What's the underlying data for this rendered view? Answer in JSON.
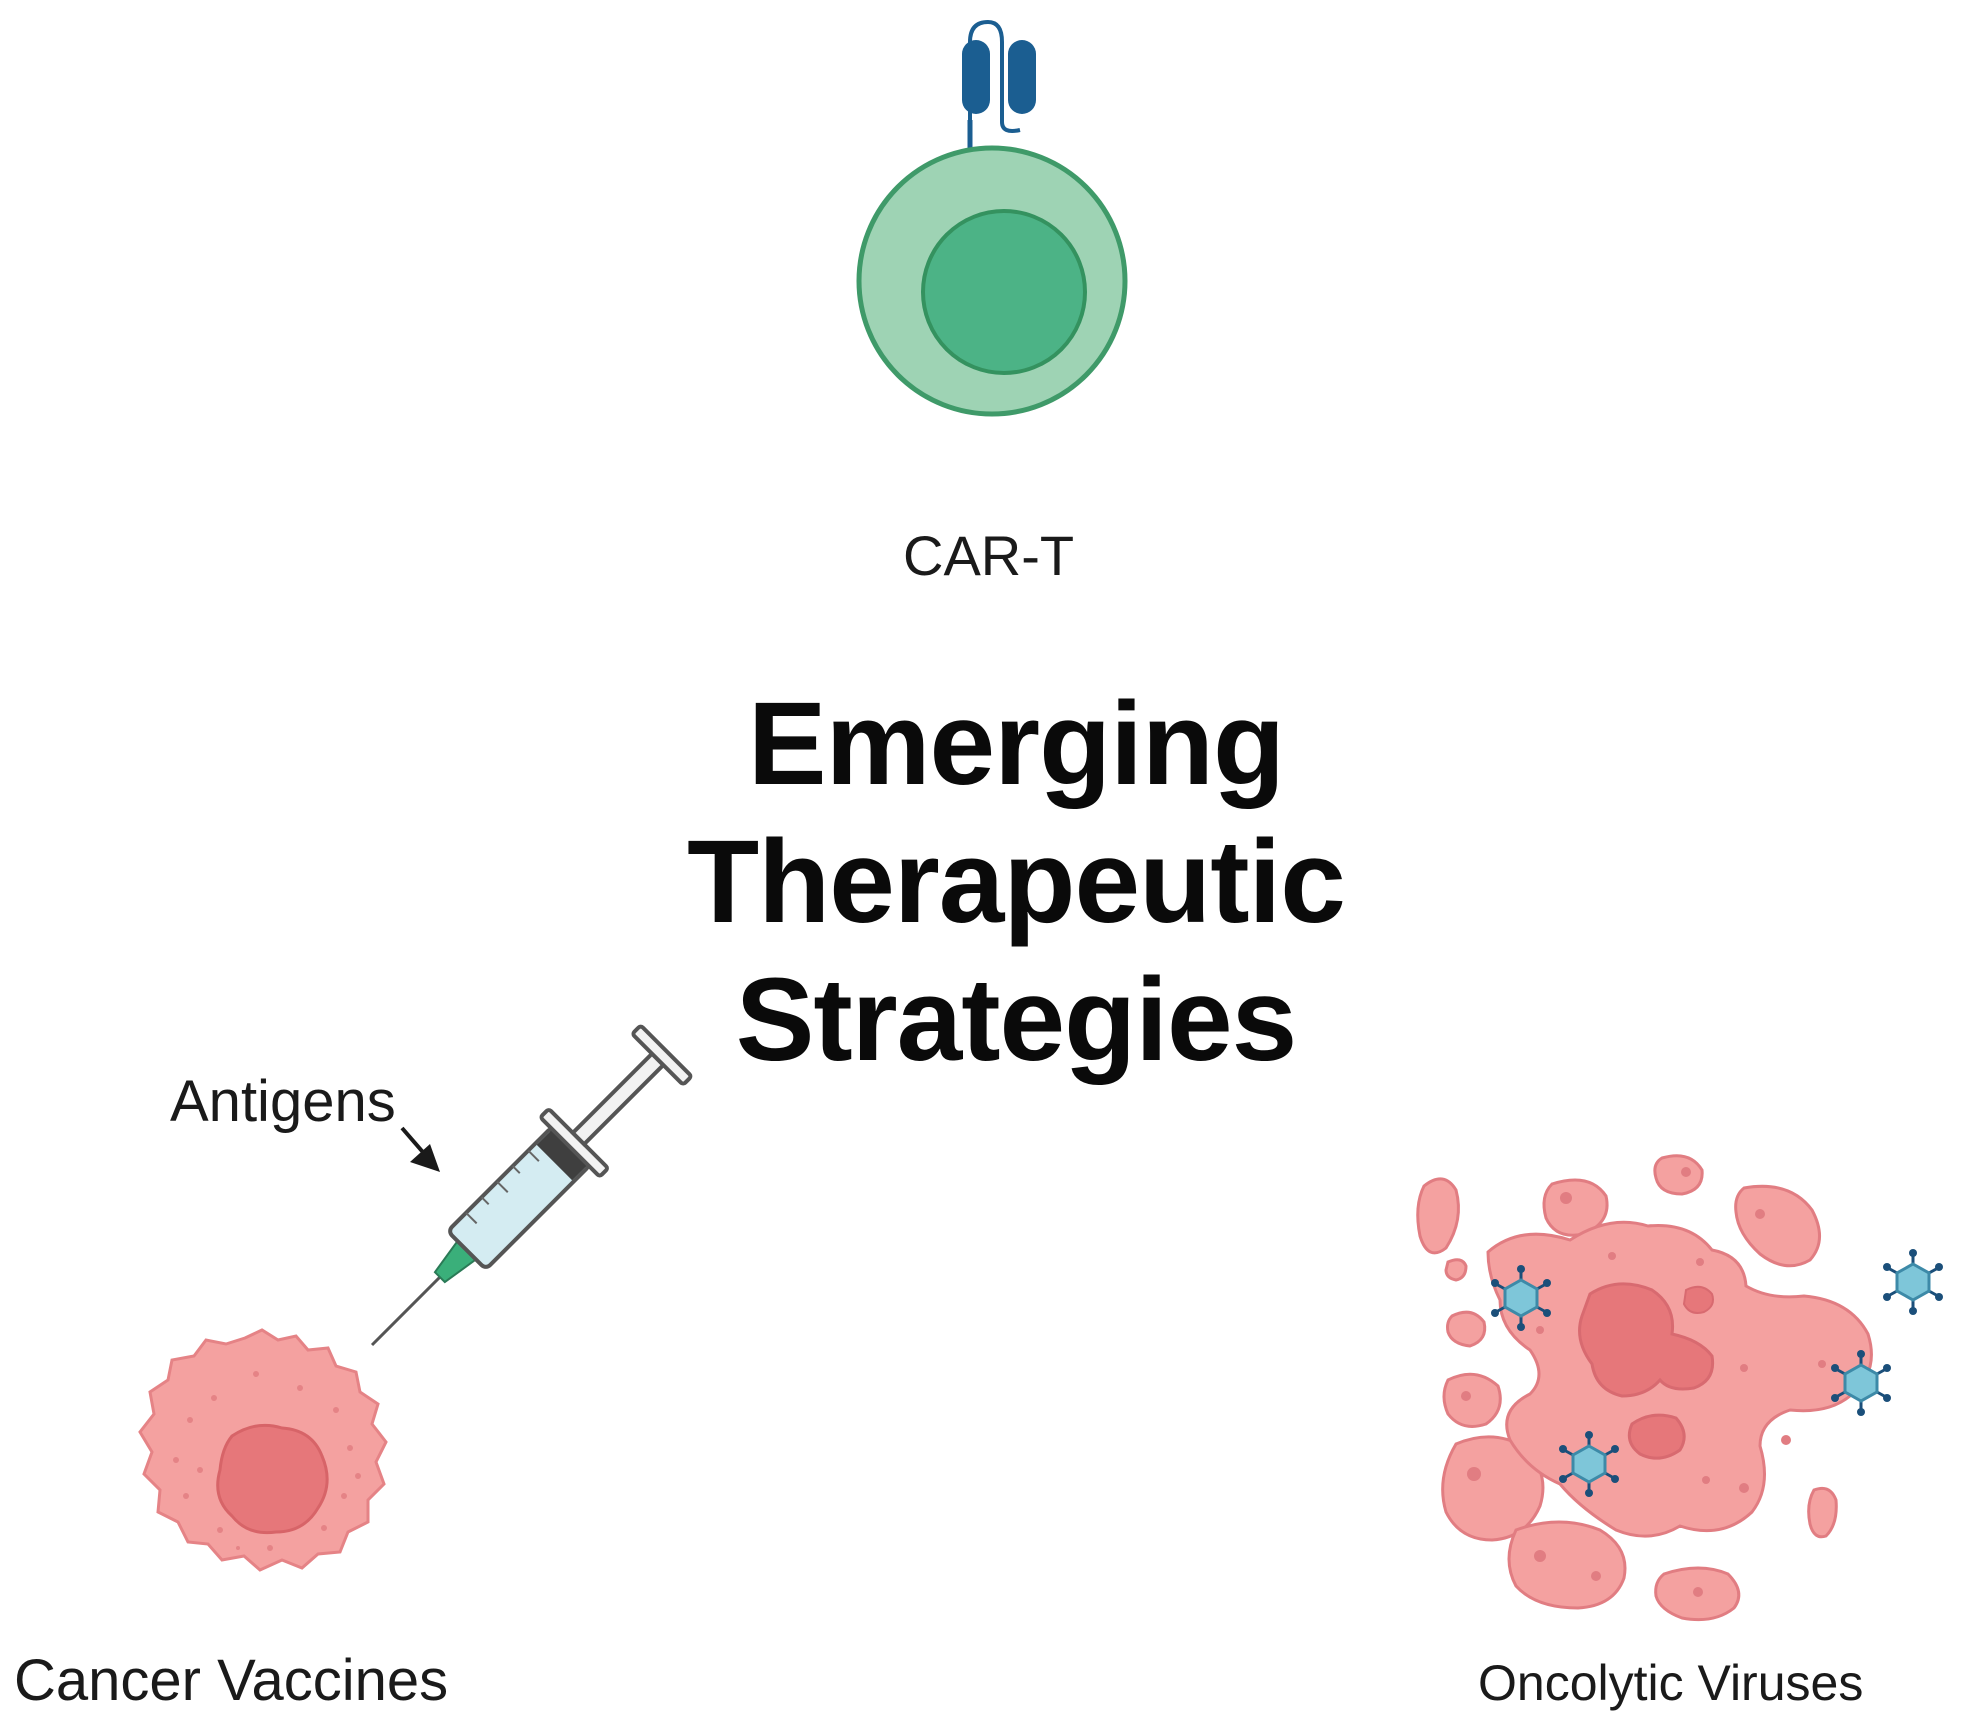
{
  "title": {
    "line1": "Emerging",
    "line2": "Therapeutic",
    "line3": "Strategies"
  },
  "strategies": {
    "car_t": {
      "label": "CAR-T"
    },
    "cancer_vaccines": {
      "label": "Cancer Vaccines",
      "annotation": "Antigens"
    },
    "oncolytic_viruses": {
      "label": "Oncolytic Viruses"
    }
  },
  "colors": {
    "cell_outer": "#9ed3b4",
    "cell_inner": "#4cb386",
    "receptor": "#1b5e91",
    "tumor": "#f4a1a0",
    "tumor_nucleus": "#e6777a",
    "virus": "#7ec6d9",
    "syringe_liquid": "#d4ecf2"
  }
}
